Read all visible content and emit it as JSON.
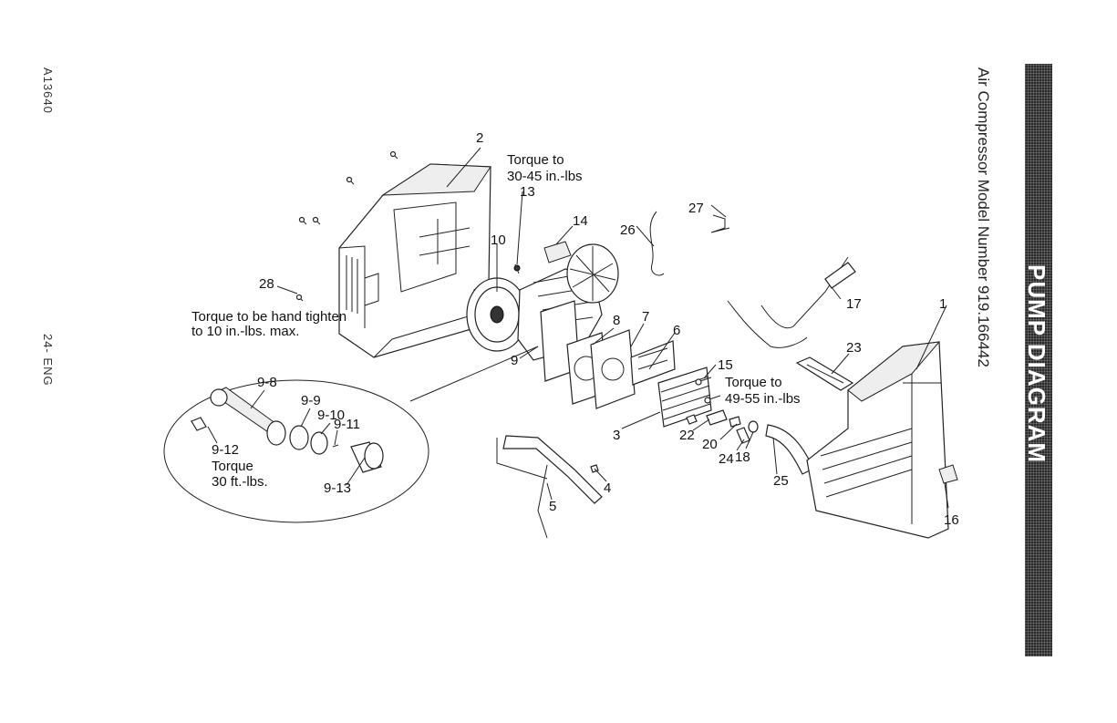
{
  "side": {
    "code": "A13640",
    "page": "24- ENG"
  },
  "header": {
    "model_title": "Air Compressor Model Number 919.166442",
    "banner_title": "PUMP DIAGRAM"
  },
  "callouts": {
    "p2": "2",
    "p13": "13",
    "p14": "14",
    "p10": "10",
    "p26": "26",
    "p27": "27",
    "p17": "17",
    "p1": "1",
    "p28": "28",
    "p8": "8",
    "p7": "7",
    "p6": "6",
    "p9": "9",
    "p23": "23",
    "p15": "15",
    "p3": "3",
    "p22": "22",
    "p20": "20",
    "p24": "24",
    "p18": "18",
    "p25": "25",
    "p16": "16",
    "p4": "4",
    "p5": "5",
    "p9_8": "9-8",
    "p9_9": "9-9",
    "p9_10": "9-10",
    "p9_11": "9-11",
    "p9_12": "9-12",
    "p9_13": "9-13"
  },
  "notes": {
    "torque_top_1": "Torque to",
    "torque_top_2": "30-45 in.-lbs",
    "hand_1": "Torque to be hand tighten",
    "hand_2": "to 10 in.-lbs. max.",
    "torque_mid_1": "Torque to",
    "torque_mid_2": "49-55 in.-lbs",
    "torque_rod_1": "Torque",
    "torque_rod_2": "30 ft.-lbs."
  }
}
